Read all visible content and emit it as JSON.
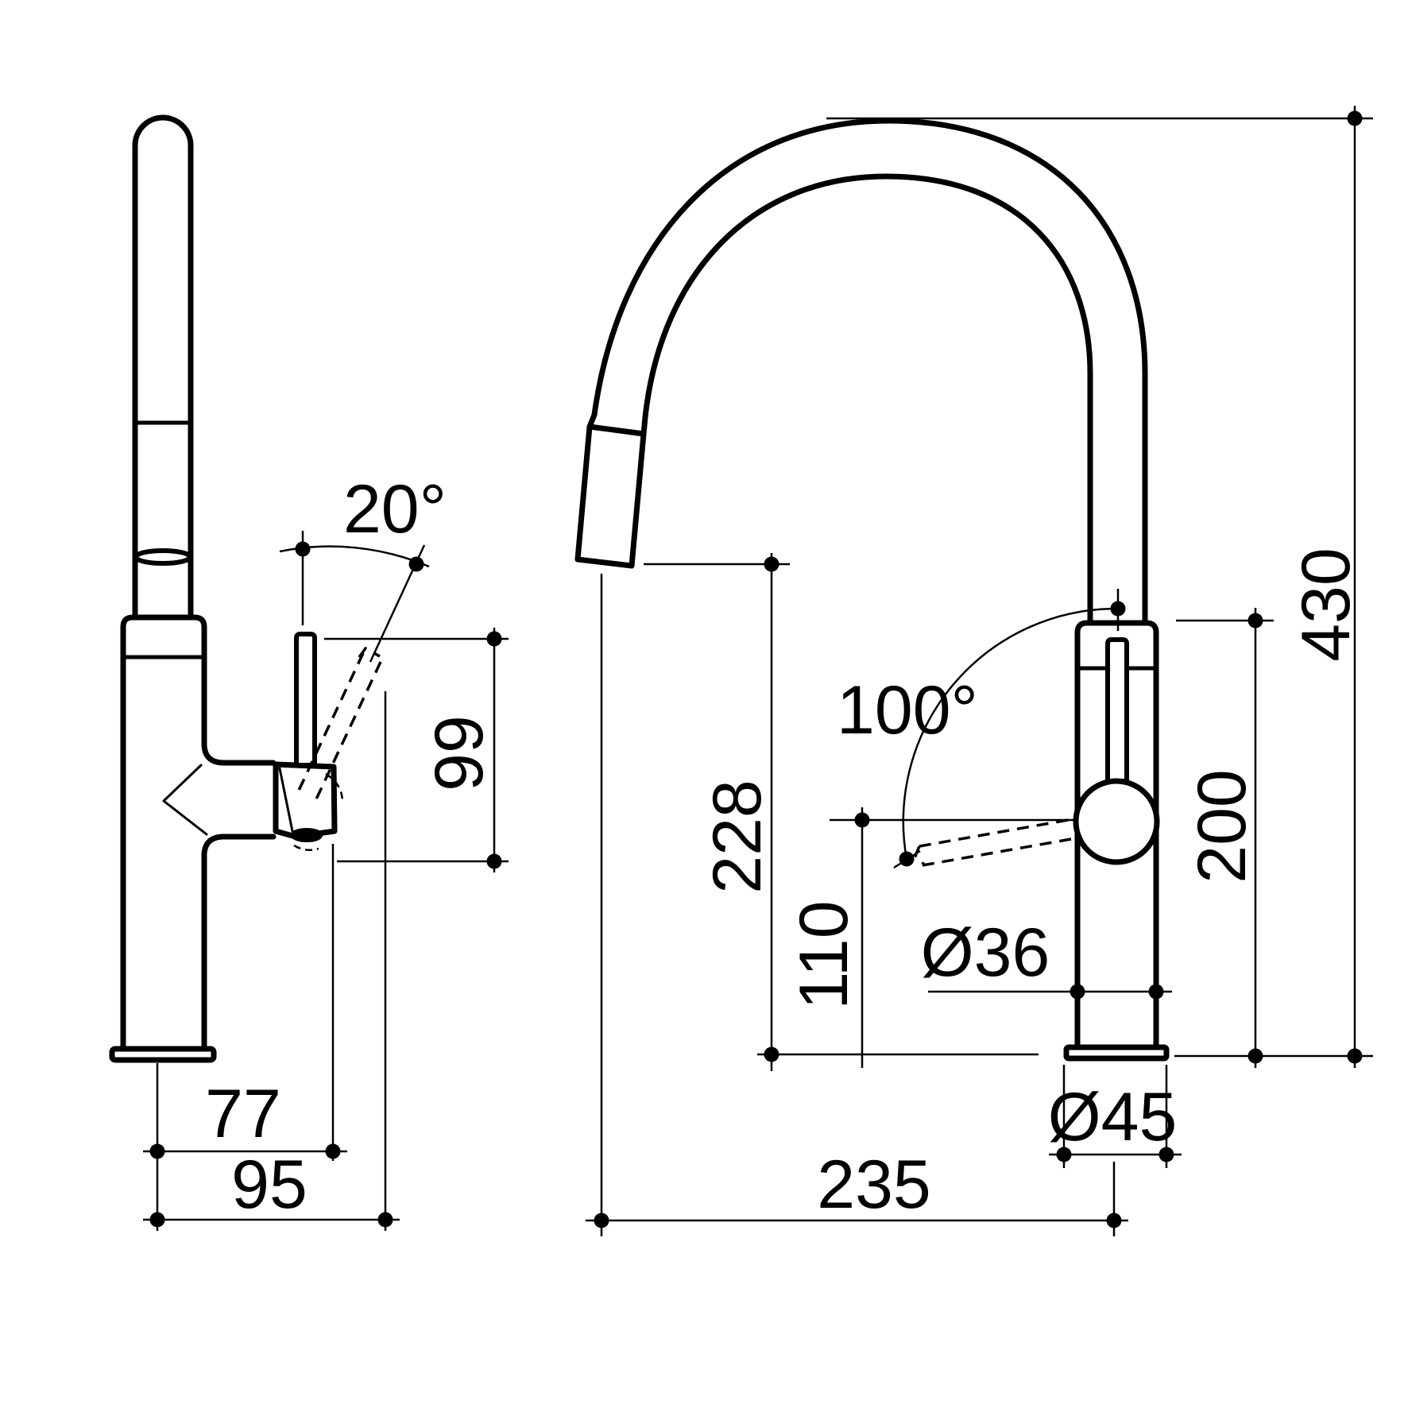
{
  "page": {
    "background_color": "#ffffff",
    "line_color": "#000000",
    "description": "Technical dimension drawing of a gooseneck pull-out sink mixer tap, side view and front view"
  },
  "views": {
    "side_view": {
      "label": "side-profile-view",
      "dims": {
        "handle_tilt_angle": "20°",
        "handle_length": "99",
        "centre_to_handle_tip": "77",
        "centre_to_handle_open": "95"
      }
    },
    "front_view": {
      "label": "front-view",
      "dims": {
        "handle_swing_angle": "100°",
        "spout_outlet_height": "228",
        "handle_pivot_height": "110",
        "body_diameter": "Ø36",
        "base_diameter": "Ø45",
        "spout_reach": "235",
        "body_height": "200",
        "overall_height": "430"
      }
    }
  }
}
